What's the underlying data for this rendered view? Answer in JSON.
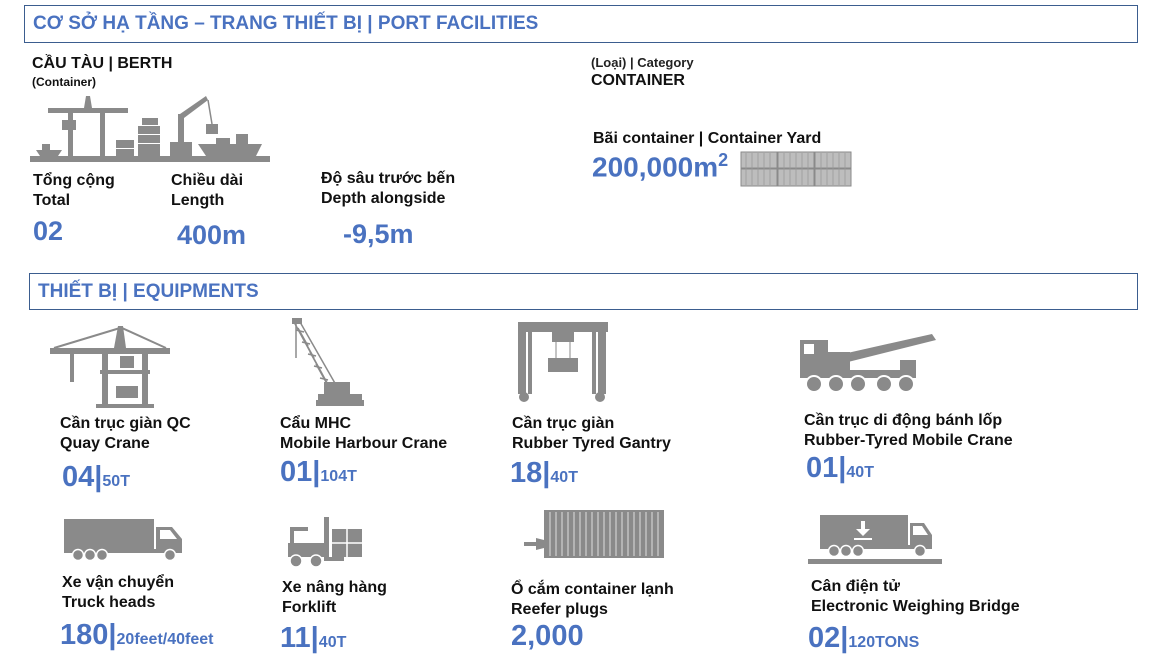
{
  "facilities": {
    "title": "CƠ SỞ HẠ TẦNG – TRANG THIẾT BỊ | PORT FACILITIES"
  },
  "berth": {
    "title": "CẦU TÀU | BERTH",
    "subtitle": "(Container)",
    "stats": [
      {
        "label_vi": "Tổng cộng",
        "label_en": "Total",
        "value": "02"
      },
      {
        "label_vi": "Chiều dài",
        "label_en": "Length",
        "value": "400m"
      },
      {
        "label_vi": "Độ sâu trước bến",
        "label_en": "Depth alongside",
        "value": "-9,5m"
      }
    ]
  },
  "category": {
    "label": "(Loại) | Category",
    "value": "CONTAINER"
  },
  "yard": {
    "label": "Bãi container | Container Yard",
    "value": "200,000m",
    "sup": "2"
  },
  "equipments": {
    "title": "THIẾT BỊ  | EQUIPMENTS",
    "items": [
      {
        "name_vi": "Cần trục giàn QC",
        "name_en": "Quay Crane",
        "count": "04",
        "sep": "|",
        "unit": "50T",
        "icon": "quay-crane-icon"
      },
      {
        "name_vi": "Cẩu MHC",
        "name_en": "Mobile  Harbour Crane",
        "count": "01",
        "sep": "|",
        "unit": "104T",
        "icon": "mobile-harbour-crane-icon"
      },
      {
        "name_vi": "Cần trục giàn",
        "name_en": "Rubber Tyred Gantry",
        "count": "18",
        "sep": "|",
        "unit": "40T",
        "icon": "rubber-tyred-gantry-icon"
      },
      {
        "name_vi": "Cần trục di động bánh lốp",
        "name_en": "Rubber-Tyred Mobile  Crane",
        "count": "01",
        "sep": "|",
        "unit": "40T",
        "icon": "mobile-crane-icon"
      },
      {
        "name_vi": "Xe vận chuyển",
        "name_en": "Truck heads",
        "count": "180",
        "sep": "|",
        "unit": "20feet/40feet",
        "icon": "truck-icon"
      },
      {
        "name_vi": "Xe nâng hàng",
        "name_en": "Forklift",
        "count": "11",
        "sep": "|",
        "unit": "40T",
        "icon": "forklift-icon"
      },
      {
        "name_vi": "Ổ cắm container lạnh",
        "name_en": "Reefer plugs",
        "count": "2,000",
        "sep": "",
        "unit": "",
        "icon": "reefer-container-icon"
      },
      {
        "name_vi": "Cân điện tử",
        "name_en": "Electronic  Weighing Bridge",
        "count": "02",
        "sep": "|",
        "unit": "120TONS",
        "icon": "weighing-truck-icon"
      }
    ]
  },
  "colors": {
    "accent": "#4a72c0",
    "border": "#3b5d8f",
    "icon": "#8a8a8a"
  }
}
